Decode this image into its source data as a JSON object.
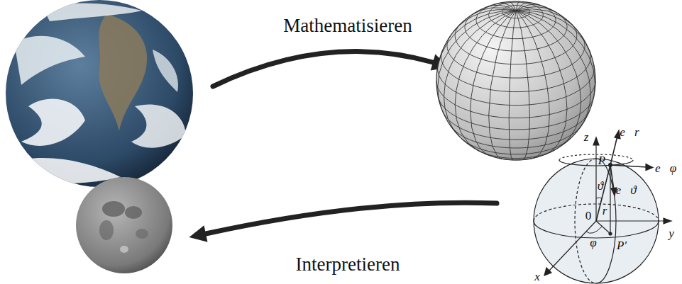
{
  "diagram": {
    "labels": [
      "Mathematisieren",
      "Interpretieren",
      "z",
      "P",
      "e⃗r",
      "e⃗φ",
      "ϑ",
      "0",
      "r",
      "e⃗ϑ",
      "φ",
      "y",
      "P′",
      "x"
    ]
  }
}
